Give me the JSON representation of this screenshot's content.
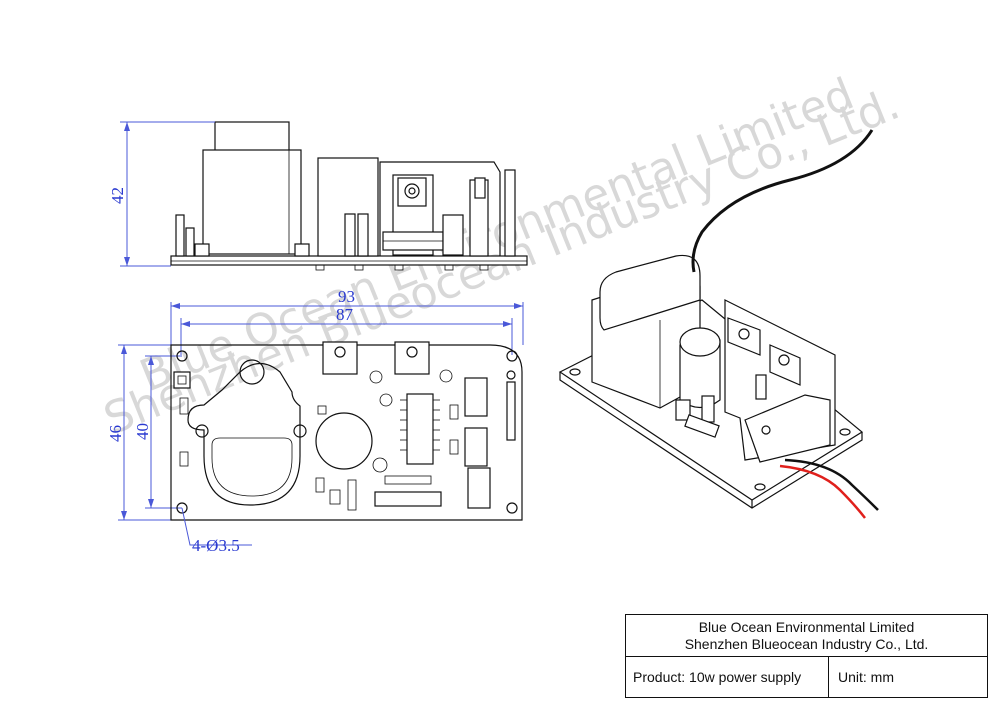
{
  "watermark": {
    "line1": "Blue Ocean Environmental Limited",
    "line2": "Shenzhen Blueocean Industry Co., Ltd."
  },
  "dimensions": {
    "side_height": "42",
    "overall_width": "93",
    "hole_spacing_width": "87",
    "overall_height": "46",
    "hole_spacing_height": "40",
    "mounting_holes": "4-Ø3.5"
  },
  "title_block": {
    "company_line1": "Blue Ocean Environmental Limited",
    "company_line2": "Shenzhen Blueocean Industry Co., Ltd.",
    "product": "Product: 10w power supply",
    "unit": "Unit: mm"
  },
  "colors": {
    "dimension": "#2a3ad0",
    "wire_red": "#e0201c",
    "wire_black": "#111111",
    "watermark": "#d8d8d8"
  }
}
